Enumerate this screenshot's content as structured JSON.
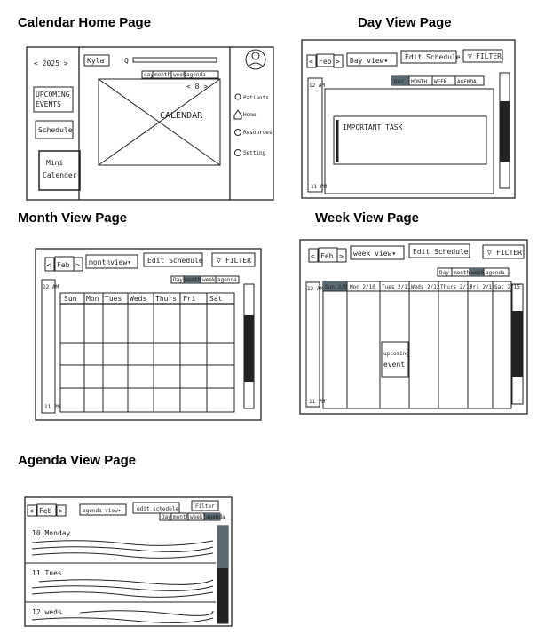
{
  "titles": {
    "home": "Calendar Home Page",
    "day": "Day View Page",
    "month": "Month View Page",
    "week": "Week View Page",
    "agenda": "Agenda View Page"
  },
  "home": {
    "year": "< 2025 >",
    "user": "Kyla",
    "search_icon": "Q",
    "tabs": [
      "day",
      "month",
      "week",
      "agenda"
    ],
    "nav": "< 8 >",
    "calendar_label": "CALENDAR",
    "upcoming": [
      "UPCOMING",
      "EVENTS"
    ],
    "schedule": "Schedule",
    "mini": [
      "Mini",
      "Calender"
    ],
    "side": [
      "Patients",
      "Home",
      "Resources",
      "Setting"
    ]
  },
  "day": {
    "month": "Feb",
    "view": "Day view▾",
    "edit": "Edit Schedule",
    "filter": "FILTER",
    "tabs": [
      "DAY",
      "MONTH",
      "WEEK",
      "AGENDA"
    ],
    "time": "12 AM",
    "task": "IMPORTANT TASK",
    "bottom": "11 PM"
  },
  "month": {
    "month": "Feb",
    "view": "monthview▾",
    "edit": "Edit Schedule",
    "filter": "FILTER",
    "tabs": [
      "Day",
      "month",
      "week",
      "agenda"
    ],
    "time": "12 AM",
    "bottom": "11 PM",
    "days": [
      "Sun",
      "Mon",
      "Tues",
      "Weds",
      "Thurs",
      "Fri",
      "Sat"
    ]
  },
  "week": {
    "month": "Feb",
    "view": "week view▾",
    "edit": "Edit Schedule",
    "filter": "FILTER",
    "tabs": [
      "Day",
      "month",
      "week",
      "agenda"
    ],
    "time": "12 AM",
    "bottom": "11 PM",
    "days": [
      "Sun 2/9",
      "Mon 2/10",
      "Tues 2/11",
      "Weds 2/12",
      "Thurs 2/13",
      "Fri 2/14",
      "Sat 2/15"
    ],
    "event": [
      "upcoming",
      "event"
    ]
  },
  "agenda": {
    "month": "Feb",
    "view": "agenda view▾",
    "edit": "edit schedule",
    "filter": "Filter",
    "tabs": [
      "Day",
      "month",
      "week",
      "agenda"
    ],
    "entries": [
      "10 Monday",
      "11 Tues",
      "12 weds"
    ]
  }
}
